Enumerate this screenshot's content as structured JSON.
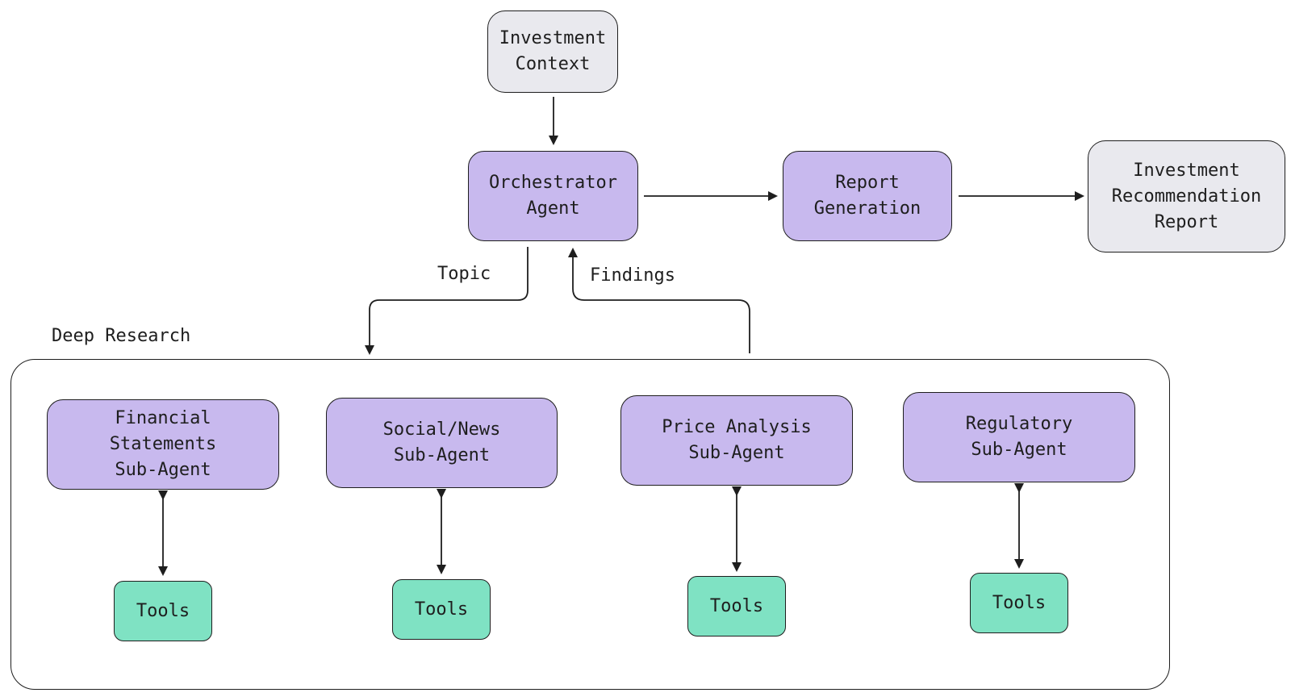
{
  "nodes": {
    "investment_context": "Investment\nContext",
    "orchestrator": "Orchestrator\nAgent",
    "report_generation": "Report\nGeneration",
    "recommendation_report": "Investment\nRecommendation\nReport",
    "financial": "Financial\nStatements\nSub-Agent",
    "social": "Social/News\nSub-Agent",
    "price": "Price Analysis\nSub-Agent",
    "regulatory": "Regulatory\nSub-Agent",
    "tools_1": "Tools",
    "tools_2": "Tools",
    "tools_3": "Tools",
    "tools_4": "Tools"
  },
  "edge_labels": {
    "topic": "Topic",
    "findings": "Findings"
  },
  "group": {
    "title": "Deep Research"
  },
  "colors": {
    "gray_fill": "#e9e9ee",
    "purple_fill": "#c8b9ee",
    "green_fill": "#7fe2c3",
    "stroke": "#1e1e1e"
  }
}
